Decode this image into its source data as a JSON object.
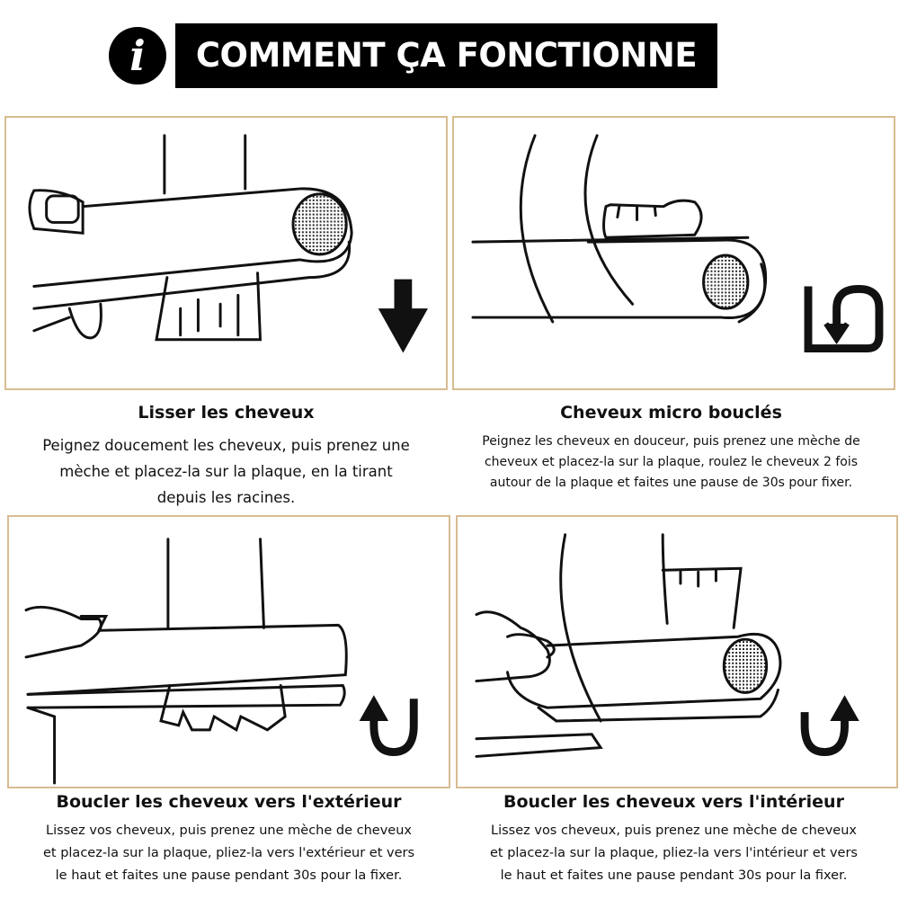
{
  "header": {
    "icon": "info-icon",
    "icon_glyph": "i",
    "title": "COMMENT ÇA FONCTIONNE"
  },
  "steps": [
    {
      "title": "Lisser les cheveux",
      "lines": [
        "Peignez doucement les cheveux, puis prenez une",
        "mèche et placez-la sur la plaque, en la tirant",
        "depuis les racines."
      ],
      "icon": "arrow-down-icon"
    },
    {
      "title": "Cheveux micro bouclés",
      "lines": [
        "Peignez les cheveux en douceur, puis prenez une mèche de",
        "cheveux et placez-la sur la plaque, roulez le cheveux 2 fois",
        "autour de la plaque et faites une pause de 30s pour fixer."
      ],
      "icon": "loop-arrow-icon"
    },
    {
      "title": "Boucler les cheveux vers l'extérieur",
      "lines": [
        "Lissez vos cheveux, puis prenez une mèche de cheveux",
        "et placez-la sur la plaque, pliez-la vers l'extérieur et vers",
        "le haut et faites une pause pendant 30s pour la fixer."
      ],
      "icon": "u-turn-left-up-icon"
    },
    {
      "title": "Boucler les cheveux vers l'intérieur",
      "lines": [
        "Lissez vos cheveux, puis prenez une mèche de cheveux",
        "et placez-la sur la plaque, pliez-la vers l'intérieur et vers",
        "le haut et faites une pause pendant 30s pour la fixer."
      ],
      "icon": "u-turn-right-up-icon"
    }
  ]
}
